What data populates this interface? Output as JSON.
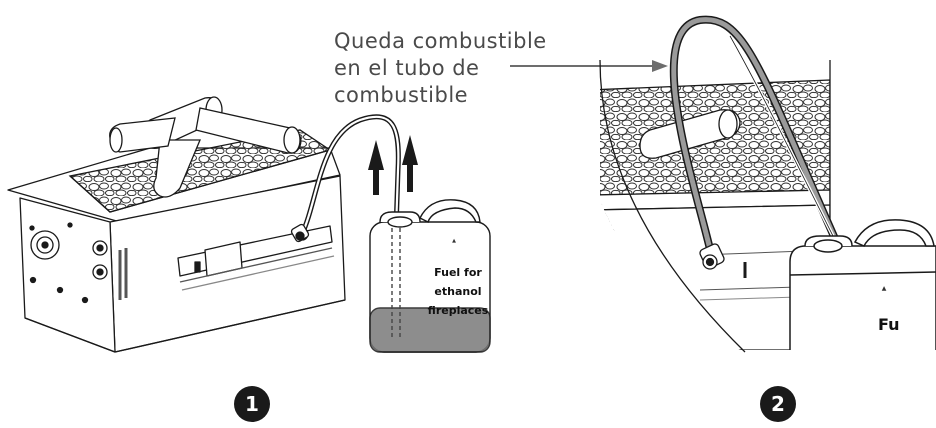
{
  "callout": {
    "line1": "Queda combustible",
    "line2": "en el tubo de",
    "line3": "combustible"
  },
  "canister_label": {
    "line1": "Fuel for",
    "line2": "ethanol",
    "line3": "fireplaces",
    "partial": "Fu"
  },
  "steps": {
    "first": "1",
    "second": "2"
  },
  "colors": {
    "line": "#1a1a1a",
    "caption_text": "#4a4a4a",
    "fuel": "#7a7a7a",
    "tube": "#9a9a9a",
    "arrow": "#6d6d6d"
  }
}
